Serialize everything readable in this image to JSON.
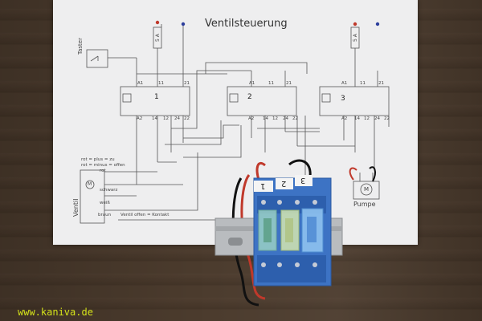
{
  "title": "Ventilsteuerung",
  "labels": {
    "taster": "Taster",
    "ventil": "Ventil",
    "pumpe": "Pumpe",
    "fuse1": "5 A",
    "fuse2": "5 A",
    "legend1": "rot = plus = zu",
    "legend2": "rot = minus = offen",
    "wire_rot": "rot",
    "wire_schwarz": "schwarz",
    "wire_weiss": "weiß",
    "wire_braun": "braun",
    "ventil_kontakt": "Ventil offen = Kontakt",
    "motor_symbol": "M"
  },
  "relays": [
    {
      "number": "1",
      "pins_top": [
        "A1",
        "11",
        "21"
      ],
      "pins_bottom": [
        "A2",
        "14",
        "12",
        "24",
        "22"
      ]
    },
    {
      "number": "2",
      "pins_top": [
        "A1",
        "11",
        "21"
      ],
      "pins_bottom": [
        "A2",
        "14",
        "12",
        "24",
        "22"
      ]
    },
    {
      "number": "3",
      "pins_top": [
        "A1",
        "11",
        "21"
      ],
      "pins_bottom": [
        "A2",
        "14",
        "12",
        "24",
        "22"
      ]
    }
  ],
  "module_labels": [
    "1",
    "2",
    "3"
  ],
  "watermark": "www.kaniva.de"
}
